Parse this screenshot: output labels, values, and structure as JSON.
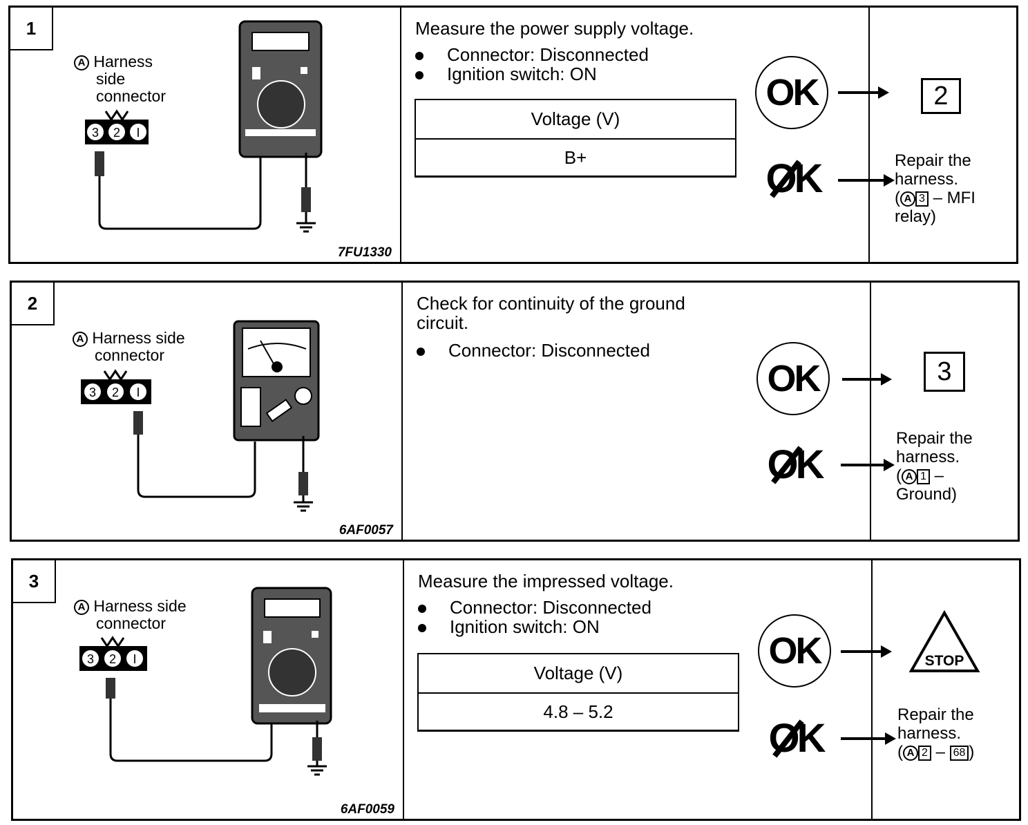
{
  "steps": [
    {
      "number": "1",
      "figure": {
        "label_mark": "A",
        "label": "Harness side connector",
        "label_lines": [
          "Harness",
          "side",
          "connector"
        ],
        "pins": [
          "3",
          "2",
          "1"
        ],
        "code": "7FU1330"
      },
      "instruction": "Measure the power supply voltage.",
      "bullets": [
        "Connector: Disconnected",
        "Ignition switch: ON"
      ],
      "table": {
        "header": "Voltage  (V)",
        "value": "B+"
      },
      "ok_label": "OK",
      "ng_label": "OK",
      "ok_result": "2",
      "ng_result": {
        "line1": "Repair the",
        "line2": "harness.",
        "ref_mark": "A",
        "ref_pin": "3",
        "ref_tail": "– MFI",
        "line4": "relay)"
      }
    },
    {
      "number": "2",
      "figure": {
        "label_mark": "A",
        "label_lines": [
          "Harness side",
          "connector"
        ],
        "pins": [
          "3",
          "2",
          "1"
        ],
        "code": "6AF0057"
      },
      "instruction_lines": [
        "Check for continuity of the ground",
        "circuit."
      ],
      "bullets": [
        "Connector: Disconnected"
      ],
      "ok_label": "OK",
      "ng_label": "OK",
      "ok_result": "3",
      "ng_result": {
        "line1": "Repair the",
        "line2": "harness.",
        "ref_mark": "A",
        "ref_pin": "1",
        "ref_tail": "–",
        "line4": "Ground)"
      }
    },
    {
      "number": "3",
      "figure": {
        "label_mark": "A",
        "label_lines": [
          "Harness side",
          "connector"
        ],
        "pins": [
          "3",
          "2",
          "1"
        ],
        "code": "6AF0059"
      },
      "instruction": "Measure the impressed voltage.",
      "bullets": [
        "Connector: Disconnected",
        "Ignition switch: ON"
      ],
      "table": {
        "header": "Voltage  (V)",
        "value": "4.8  –  5.2"
      },
      "ok_label": "OK",
      "ng_label": "OK",
      "ok_result": "STOP",
      "ng_result": {
        "line1": "Repair the",
        "line2": "harness.",
        "ref_mark": "A",
        "ref_pin": "2",
        "ref_tail": "–",
        "ref_pin2": "68"
      }
    }
  ]
}
